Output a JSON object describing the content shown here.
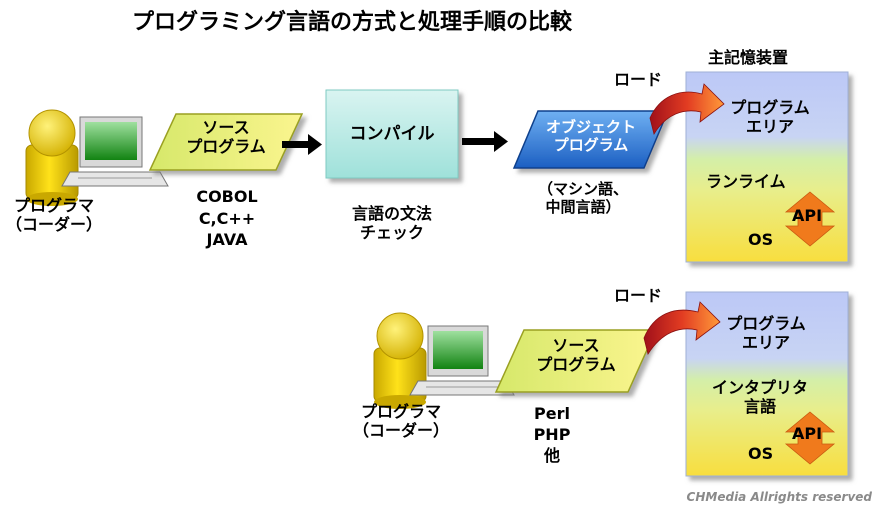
{
  "title": "プログラミング言語の方式と処理手順の比較",
  "compiler": {
    "programmer_line1": "プログラマ",
    "programmer_line2": "（コーダー）",
    "source_line1": "ソース",
    "source_line2": "プログラム",
    "langs": [
      "COBOL",
      "C,C++",
      "JAVA"
    ],
    "compile_label": "コンパイル",
    "compile_desc1": "言語の文法",
    "compile_desc2": "チェック",
    "object_line1": "オブジェクト",
    "object_line2": "プログラム",
    "object_desc1": "（マシン語、",
    "object_desc2": "中間言語）",
    "load_label": "ロード",
    "memory_title": "主記憶装置",
    "area_line1": "プログラム",
    "area_line2": "エリア",
    "runtime_label": "ランライム",
    "api_label": "API",
    "os_label": "OS"
  },
  "interpreter": {
    "programmer_line1": "プログラマ",
    "programmer_line2": "（コーダー）",
    "source_line1": "ソース",
    "source_line2": "プログラム",
    "langs": [
      "Perl",
      "PHP",
      "他"
    ],
    "load_label": "ロード",
    "area_line1": "プログラム",
    "area_line2": "エリア",
    "interp_line1": "インタプリタ",
    "interp_line2": "言語",
    "api_label": "API",
    "os_label": "OS"
  },
  "copyright": "CHMedia Allrights reserved",
  "colors": {
    "person": "#f2d000",
    "monitor_screen": "#22a322",
    "source_fill": "#f3f07a",
    "compile_fill": "#b7ece6",
    "object_fill": "#3a7fd6",
    "memory_top": "#c7d2f7",
    "memory_runtime": "#cfeca0",
    "memory_bottom": "#f6e14d",
    "api_arrow": "#f07a1c",
    "load_arrow": "#e04020"
  }
}
